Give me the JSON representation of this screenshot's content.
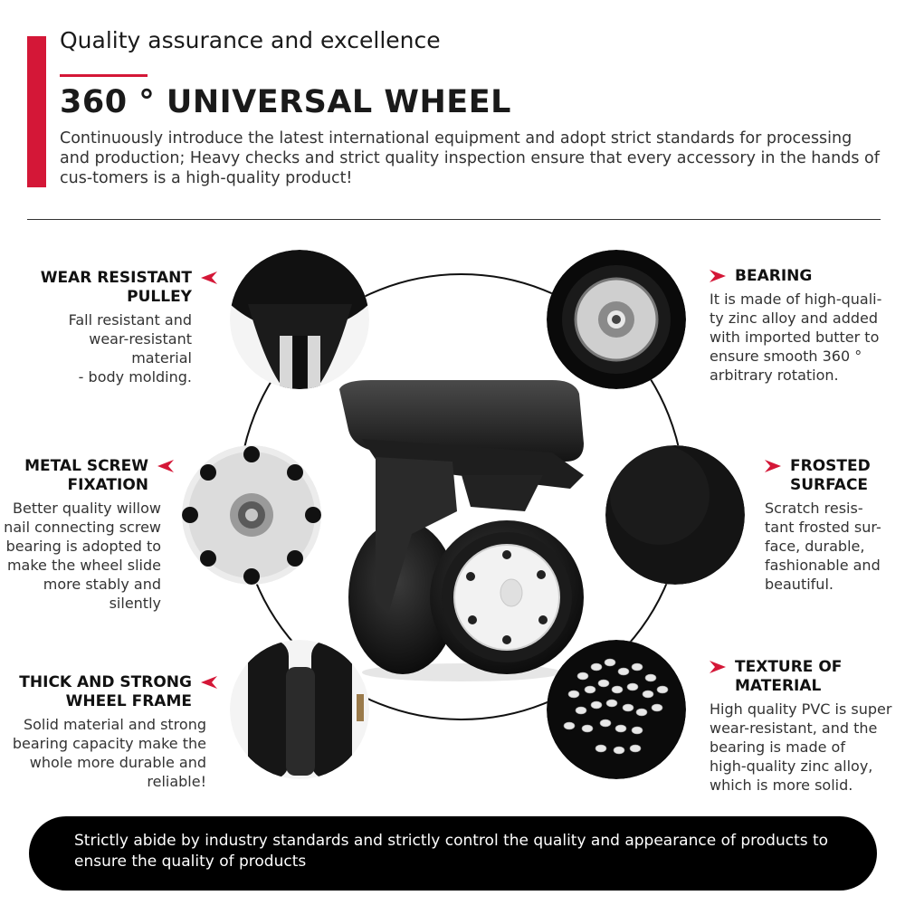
{
  "header": {
    "subtitle": "Quality assurance and excellence",
    "title": "360 ° UNIVERSAL WHEEL",
    "description": "Continuously introduce the latest international equipment and adopt strict standards for processing and production; Heavy checks and strict quality inspection ensure that every accessory in the hands of cus-tomers is a high-quality product!"
  },
  "features": {
    "wear_pulley": {
      "title_line1": "WEAR RESISTANT",
      "title_line2": "PULLEY",
      "body": [
        "Fall resistant and",
        "wear-resistant material",
        "- body molding."
      ]
    },
    "metal_screw": {
      "title_line1": "METAL SCREW",
      "title_line2": "FIXATION",
      "body": [
        "Better quality willow",
        "nail connecting screw",
        "bearing is adopted to",
        "make the wheel slide",
        "more stably and",
        "silently"
      ]
    },
    "wheel_frame": {
      "title_line1": "THICK AND STRONG",
      "title_line2": "WHEEL FRAME",
      "body": [
        "Solid material and strong",
        "bearing capacity make the",
        "whole more durable and",
        "reliable!"
      ]
    },
    "bearing": {
      "title_line1": "BEARING",
      "body": [
        "It is made of high-quali-",
        "ty zinc alloy and added",
        "with imported butter to",
        "ensure smooth 360 °",
        "arbitrary rotation."
      ]
    },
    "frosted": {
      "title_line1": "FROSTED",
      "title_line2": "SURFACE",
      "body": [
        "Scratch resis-",
        "tant frosted sur-",
        "face, durable,",
        "fashionable and",
        "beautiful."
      ]
    },
    "texture": {
      "title_line1": "TEXTURE OF",
      "title_line2": "MATERIAL",
      "body": [
        "High quality PVC is super",
        "wear-resistant, and the",
        "bearing is made of",
        "high-quality zinc alloy,",
        "which is more solid."
      ]
    }
  },
  "banner": {
    "text": "Strictly abide by industry standards and strictly control the quality and appearance of products to ensure the quality of products"
  },
  "colors": {
    "accent": "#d41737",
    "dark": "#111111"
  }
}
